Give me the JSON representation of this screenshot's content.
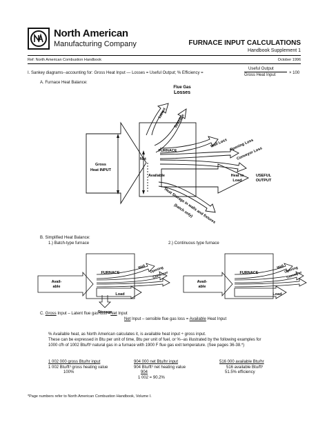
{
  "header": {
    "brand_line1": "North American",
    "brand_line2": "Manufacturing Company",
    "title": "FURNACE INPUT CALCULATIONS",
    "subtitle": "Handbook Supplement 1",
    "ref": "Ref: North American Combustion Handbook",
    "date": "October 1996"
  },
  "section1": {
    "text": "I. Sankey diagrams--accounting for: Gross Heat Input — Losses = Useful Output; % Efficiency =",
    "numerator": "Useful Output",
    "denominator": "Gross Heat Input",
    "times": "× 100",
    "subA": "A. Furnace Heat Balance:"
  },
  "diagramA": {
    "flue_gas": "Flue Gas",
    "losses": "Losses",
    "latent": "Latent",
    "sensible": "Sensible",
    "furnace": "FURNACE",
    "net": "Net",
    "available": "Available",
    "gross": "Gross",
    "heat_input": "Heat INPUT",
    "wall_loss": "Wall Loss",
    "opening_loss": "Opening Loss",
    "conveyor_loss": "Conveyor Loss",
    "heat_to": "Heat to",
    "load": "Load",
    "useful": "USEFUL",
    "output": "OUTPUT",
    "storage": "Heat Storage in walls and fixtures",
    "batch_only": "(batch only)"
  },
  "sectionB": {
    "label": "B. Simplified Heat Balance:",
    "item1": "1.) Batch-type furnace",
    "item2": "2.) Continuous type furnace",
    "furnace": "FURNACE",
    "wall": "Wall",
    "opening": "Opening",
    "conveyor": "Conveyor",
    "avail": "Avail-",
    "able": "able",
    "load": "Load",
    "storage": "Storage"
  },
  "sectionC": {
    "line1_a": "C. ",
    "line1_gross": "Gross",
    "line1_b": " Input – Latent flue gas loss =",
    "line1_net": "Net",
    "line1_c": " Input",
    "line2_net": "Net",
    "line2_b": " Input – sensible flue gas loss = ",
    "line2_avail": "Available",
    "line2_c": " Heat Input"
  },
  "paragraph": {
    "l1": "% Available heat, as North American calculates it, is available heat input ÷ gross input.",
    "l2": "These can be expressed in Btu per unit of time, Btu per unit of fuel, or %--as illustrated by the following examples for",
    "l3": "1000 cfh of 1002 Btu/ft³ natural gas in a furnace with 1900 F flue gas exit temperature. (See pages 36-38.*)"
  },
  "calc": {
    "c1_l1": "1 002 000  gross Btu/hr input",
    "c1_l2": "1 002 Btu/ft³ gross heating value",
    "c1_l3": "100%",
    "c2_l1": "904 000  net Btu/hr input",
    "c2_l2": "904 Btu/ft³ net heating value",
    "c2_l3": "904",
    "c2_l4": "1 002 = 90.2%",
    "c3_l1": "516 000  available Btu/hr",
    "c3_l2": "516  available Btu/ft³",
    "c3_l3": "51.5% efficiency"
  },
  "footnote": "*Page numbers refer to North American Combustion Handbook, Volume I."
}
